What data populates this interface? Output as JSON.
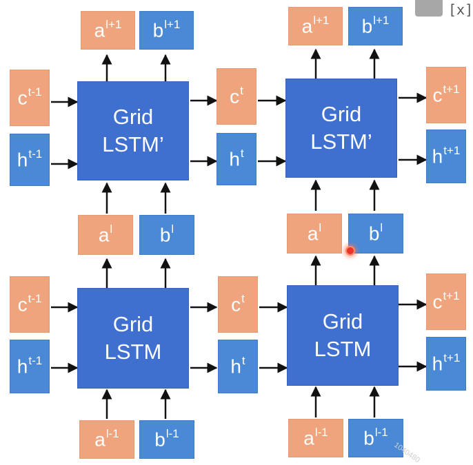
{
  "top_left": {
    "out_a": {
      "base": "a",
      "sup": "l+1"
    },
    "out_b": {
      "base": "b",
      "sup": "l+1"
    },
    "in_c": {
      "base": "c",
      "sup": "t-1"
    },
    "in_h": {
      "base": "h",
      "sup": "t-1"
    },
    "cell": {
      "line1": "Grid",
      "line2": "LSTM’"
    }
  },
  "top_mid": {
    "c": {
      "base": "c",
      "sup": "t"
    },
    "h": {
      "base": "h",
      "sup": "t"
    }
  },
  "top_right": {
    "out_a": {
      "base": "a",
      "sup": "l+1"
    },
    "out_b": {
      "base": "b",
      "sup": "l+1"
    },
    "out_c": {
      "base": "c",
      "sup": "t+1"
    },
    "out_h": {
      "base": "h",
      "sup": "t+1"
    },
    "cell": {
      "line1": "Grid",
      "line2": "LSTM’"
    }
  },
  "middle_left": {
    "a": {
      "base": "a",
      "sup": "l"
    },
    "b": {
      "base": "b",
      "sup": "l"
    }
  },
  "middle_right": {
    "a": {
      "base": "a",
      "sup": "l"
    },
    "b": {
      "base": "b",
      "sup": "l"
    }
  },
  "bottom_left": {
    "in_c": {
      "base": "c",
      "sup": "t-1"
    },
    "in_h": {
      "base": "h",
      "sup": "t-1"
    },
    "in_a": {
      "base": "a",
      "sup": "l-1"
    },
    "in_b": {
      "base": "b",
      "sup": "l-1"
    },
    "cell": {
      "line1": "Grid",
      "line2": "LSTM"
    }
  },
  "bottom_mid": {
    "c": {
      "base": "c",
      "sup": "t"
    },
    "h": {
      "base": "h",
      "sup": "t"
    }
  },
  "bottom_right": {
    "in_a": {
      "base": "a",
      "sup": "l-1"
    },
    "in_b": {
      "base": "b",
      "sup": "l-1"
    },
    "out_c": {
      "base": "c",
      "sup": "t+1"
    },
    "out_h": {
      "base": "h",
      "sup": "t+1"
    },
    "cell": {
      "line1": "Grid",
      "line2": "LSTM"
    }
  },
  "overlay": {
    "corner_text": "[x]",
    "watermark": "1040480"
  },
  "colors": {
    "orange": "#f0a47e",
    "blue_small": "#4a89d6",
    "blue_cell": "#3f6fcf",
    "arrow": "#111111"
  }
}
